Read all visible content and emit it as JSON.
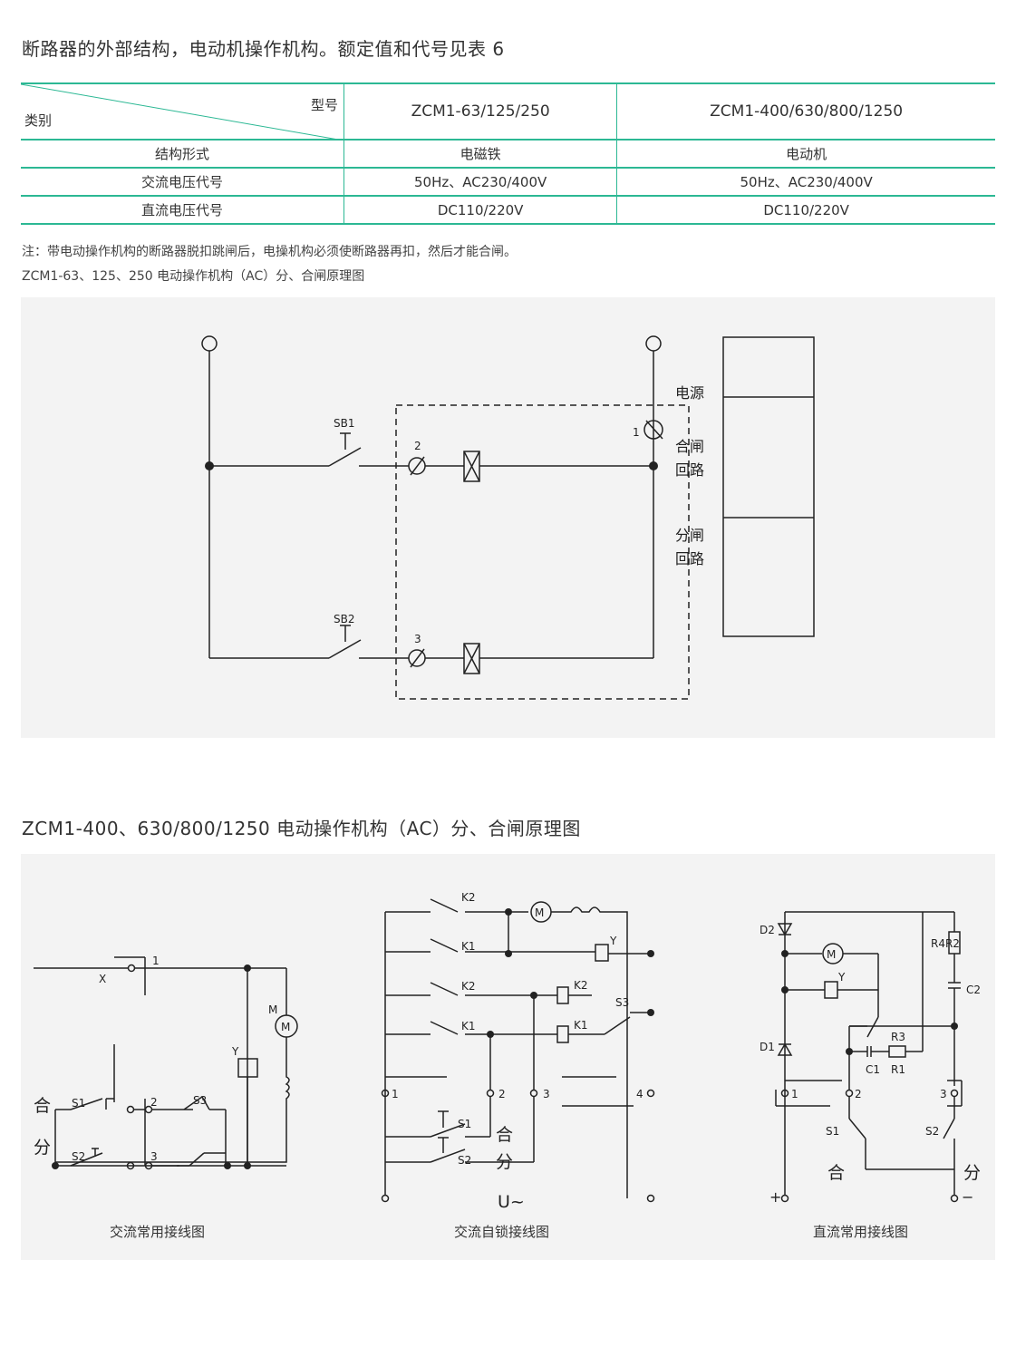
{
  "heading1": "断路器的外部结构，电动机操作机构。额定值和代号见表 6",
  "spec_table": {
    "corner_type": "型号",
    "corner_category": "类别",
    "models": [
      "ZCM1-63/125/250",
      "ZCM1-400/630/800/1250"
    ],
    "rows": [
      {
        "label": "结构形式",
        "values": [
          "电磁铁",
          "电动机"
        ]
      },
      {
        "label": "交流电压代号",
        "values": [
          "50Hz、AC230/400V",
          "50Hz、AC230/400V"
        ]
      },
      {
        "label": "直流电压代号",
        "values": [
          "DC110/220V",
          "DC110/220V"
        ]
      }
    ]
  },
  "note": "注：带电动操作机构的断路器脱扣跳闸后，电操机构必须使断路器再扣，然后才能合闸。",
  "diagram1": {
    "title": "ZCM1-63、125、250 电动操作机构（AC）分、合闸原理图",
    "labels": {
      "sb1": "SB1",
      "sb2": "SB2",
      "t1": "1",
      "t2": "2",
      "t3": "3"
    },
    "legend": {
      "power": "电源",
      "close_1": "合闸",
      "close_2": "回路",
      "open_1": "分闸",
      "open_2": "回路"
    }
  },
  "heading2": "ZCM1-400、630/800/1250 电动操作机构（AC）分、合闸原理图",
  "diagram2": {
    "ac_common": {
      "caption": "交流常用接线图",
      "labels": {
        "x": "X",
        "t1": "1",
        "t2": "2",
        "t3": "3",
        "s1": "S1",
        "s2": "S2",
        "s3": "S3",
        "y": "Y",
        "m": "M",
        "m_circle": "M",
        "close": "合",
        "open": "分"
      }
    },
    "ac_selflock": {
      "caption": "交流自锁接线图",
      "labels": {
        "k2a": "K2",
        "k1a": "K1",
        "k2b": "K2",
        "k1b": "K1",
        "k2coil": "K2",
        "k1coil": "K1",
        "s3": "S3",
        "y": "Y",
        "m": "M",
        "t1": "1",
        "t2": "2",
        "t3": "3",
        "t4": "4",
        "s1": "S1",
        "s2": "S2",
        "close": "合",
        "open": "分",
        "supply": "U~"
      }
    },
    "dc_common": {
      "caption": "直流常用接线图",
      "labels": {
        "d2": "D2",
        "d1": "D1",
        "m": "M",
        "y": "Y",
        "r4r2": "R4R2",
        "c2": "C2",
        "r3": "R3",
        "c1": "C1",
        "r1": "R1",
        "t1": "1",
        "t2": "2",
        "t3": "3",
        "s1": "S1",
        "s2": "S2",
        "close": "合",
        "open": "分",
        "plus": "+",
        "minus": "−"
      }
    }
  }
}
